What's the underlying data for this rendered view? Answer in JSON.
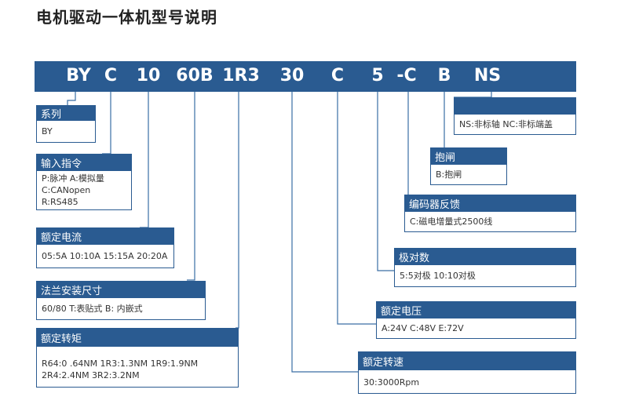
{
  "title": "电机驱动一体机型号说明",
  "code_segments": [
    "BY",
    "C",
    "10",
    "60B",
    "1R3",
    "30",
    "C",
    "5",
    "-C",
    "B",
    "NS"
  ],
  "boxes": {
    "series": {
      "header": "系列",
      "lines": [
        "BY"
      ]
    },
    "input_cmd": {
      "header": "输入指令",
      "lines": [
        "P:脉冲   A:模拟量",
        "C:CANopen",
        "R:RS485"
      ]
    },
    "rated_current": {
      "header": "额定电流",
      "lines": [
        "05:5A 10:10A 15:15A 20:20A"
      ]
    },
    "flange": {
      "header": "法兰安装尺寸",
      "lines": [
        "60/80    T:表贴式   B: 内嵌式"
      ]
    },
    "rated_torque": {
      "header": "额定转矩",
      "lines": [
        "R64:0 .64NM 1R3:1.3NM 1R9:1.9NM",
        "2R4:2.4NM   3R2:3.2NM"
      ]
    },
    "shaft": {
      "header": "",
      "lines": [
        "NS:非标轴  NC:非标端盖"
      ]
    },
    "brake": {
      "header": "抱闸",
      "lines": [
        "B:抱闸"
      ]
    },
    "encoder": {
      "header": "编码器反馈",
      "lines": [
        "C:磁电增量式2500线"
      ]
    },
    "pole_pairs": {
      "header": "极对数",
      "lines": [
        "5:5对极      10:10对极"
      ]
    },
    "rated_voltage": {
      "header": "额定电压",
      "lines": [
        "A:24V  C:48V  E:72V"
      ]
    },
    "rated_speed": {
      "header": "额定转速",
      "lines": [
        "30:3000Rpm"
      ]
    }
  },
  "colors": {
    "accent": "#2a5b91",
    "line": "#3a6ea5"
  }
}
